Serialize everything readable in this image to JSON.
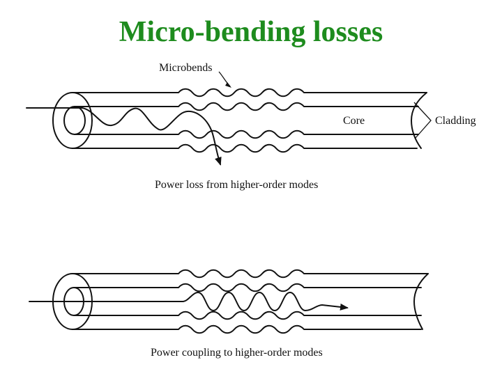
{
  "title": "Micro-bending losses",
  "diagram_top": {
    "microbends_label": "Microbends",
    "core_label": "Core",
    "cladding_label": "Cladding",
    "caption": "Power loss from higher-order modes"
  },
  "diagram_bottom": {
    "caption": "Power coupling to higher-order modes"
  },
  "colors": {
    "title": "#1e8c1e",
    "ink": "#111111",
    "background": "#ffffff"
  }
}
